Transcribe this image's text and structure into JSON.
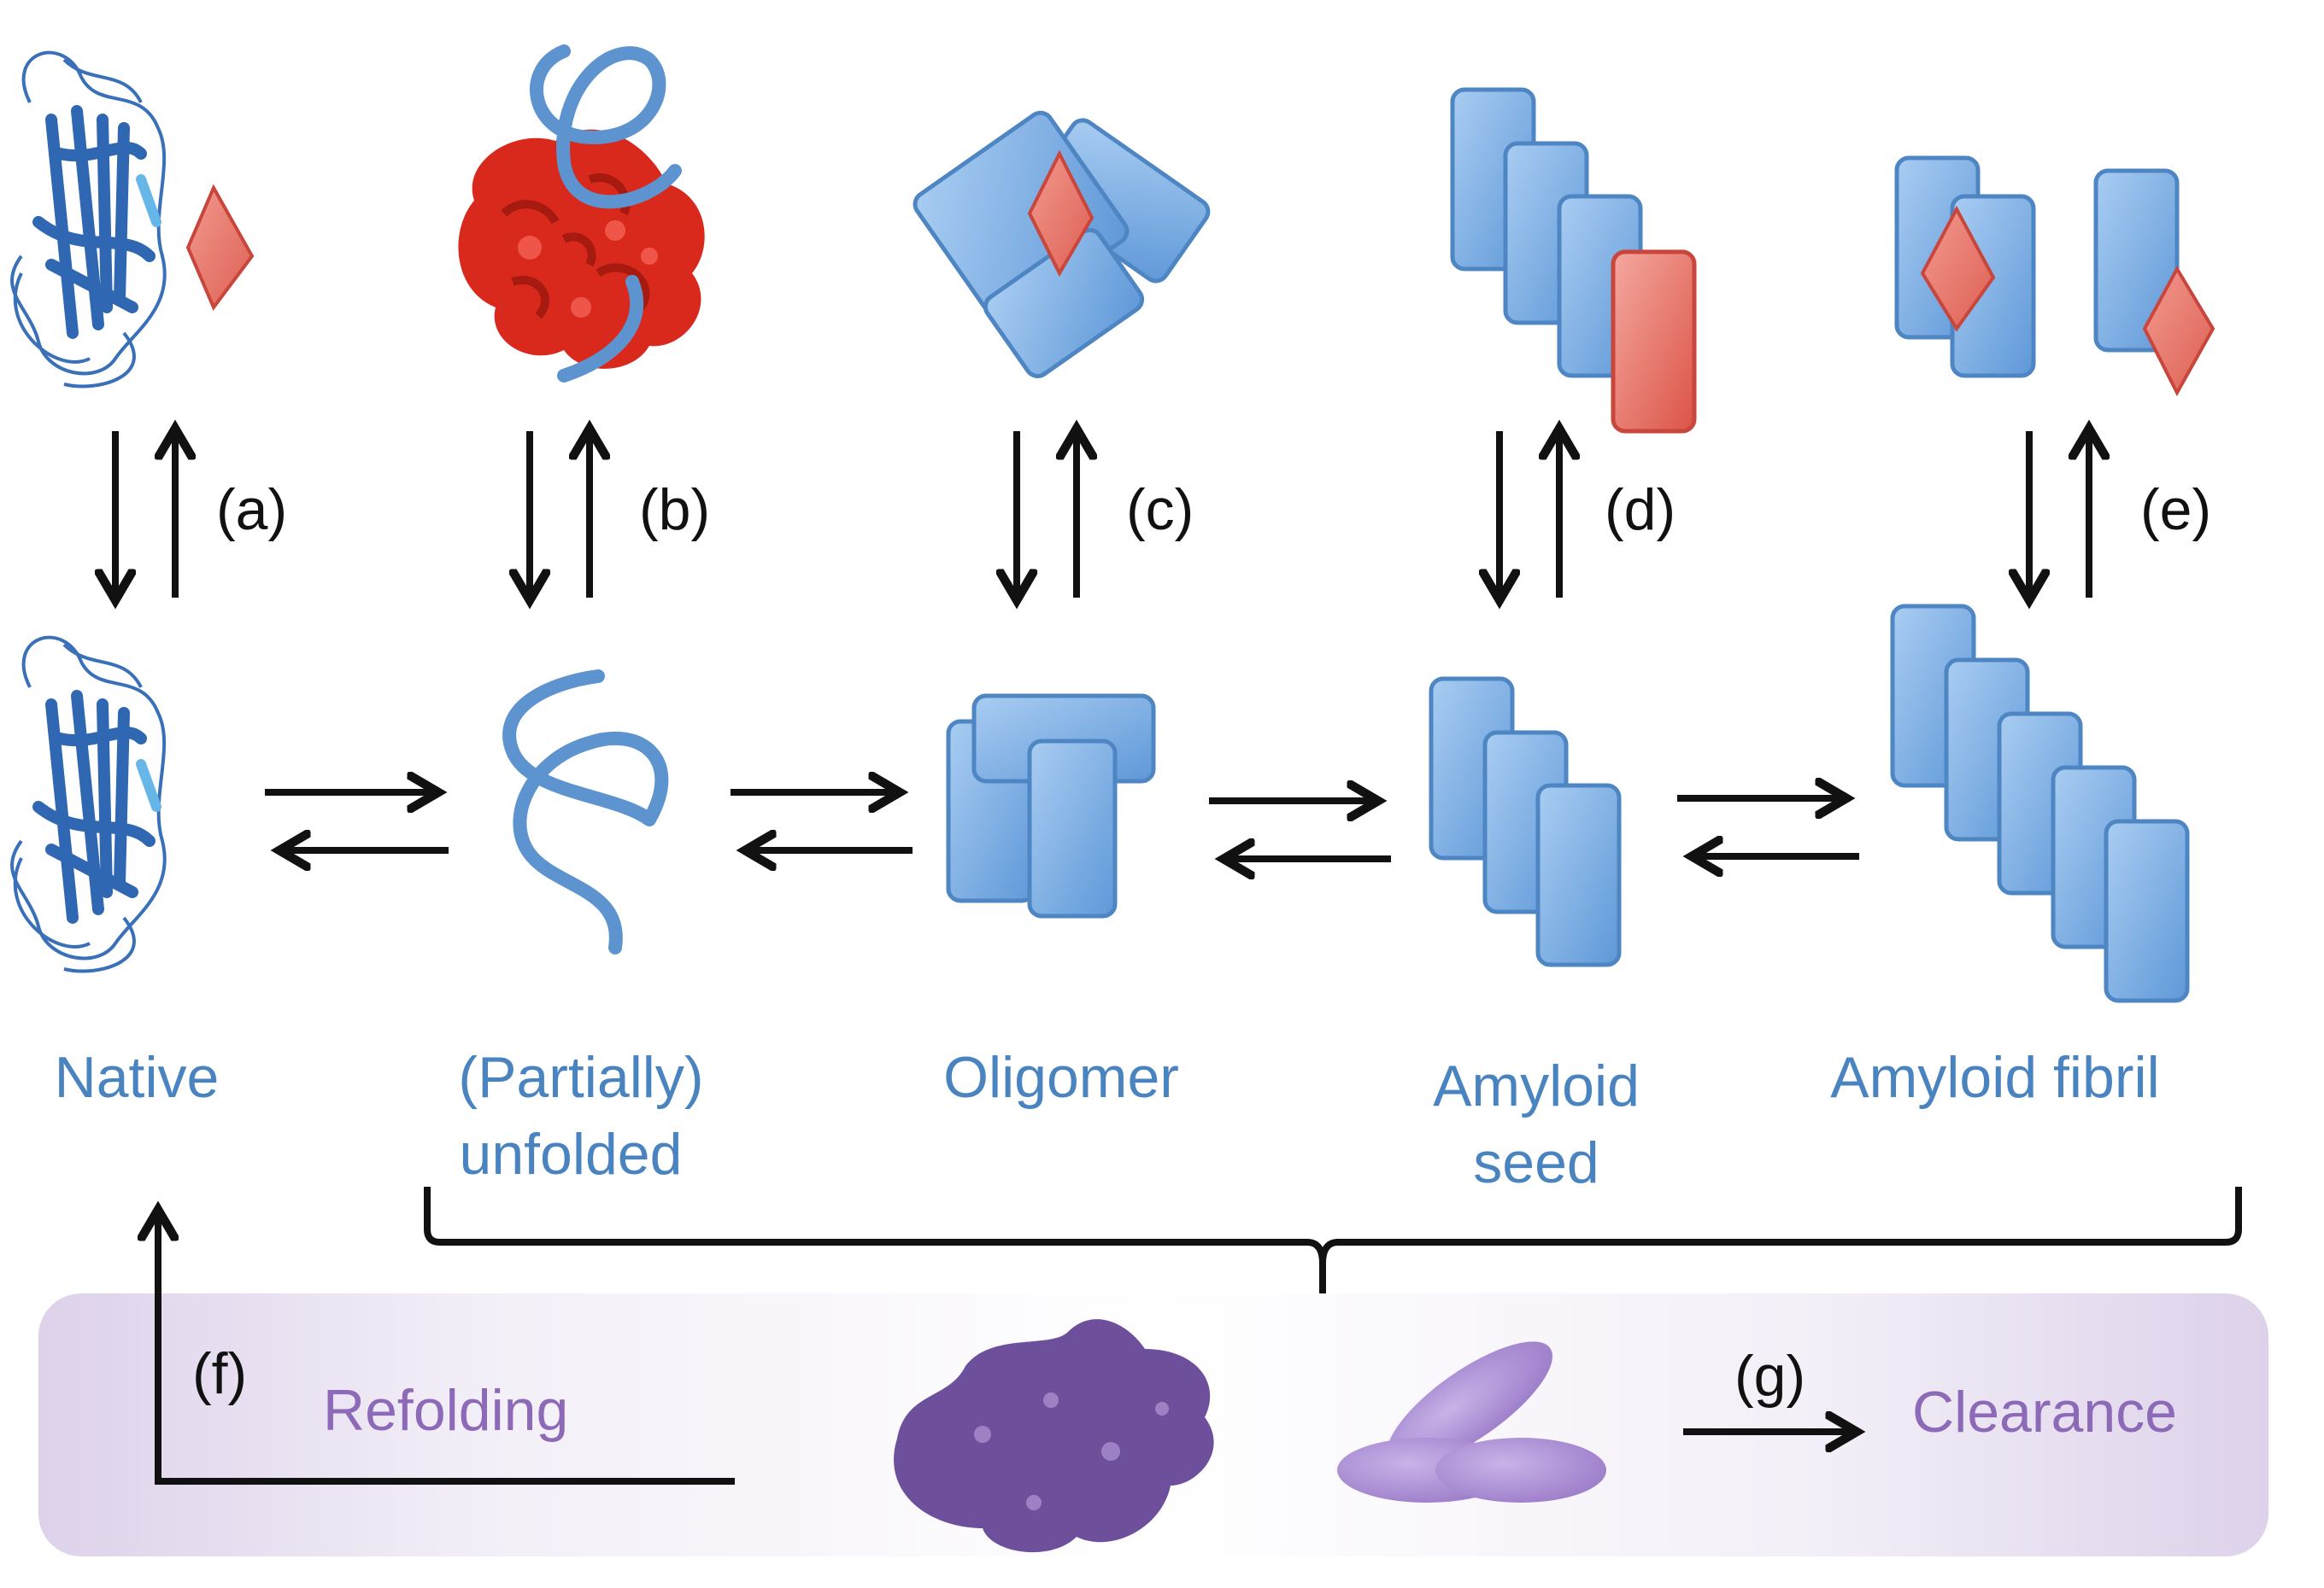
{
  "states": {
    "native": "Native",
    "partially": "(Partially)",
    "unfolded": "unfolded",
    "oligomer": "Oligomer",
    "amyloid_seed_1": "Amyloid",
    "amyloid_seed_2": "seed",
    "amyloid_fibril": "Amyloid fibril"
  },
  "steps": {
    "a": "(a)",
    "b": "(b)",
    "c": "(c)",
    "d": "(d)",
    "e": "(e)",
    "f": "(f)",
    "g": "(g)"
  },
  "outcomes": {
    "refolding": "Refolding",
    "clearance": "Clearance"
  },
  "colors": {
    "state_label": "#4a84c0",
    "outcome_label": "#8d6ab7",
    "block_blue": "#7fb1e6",
    "ligand_red": "#e06a5e",
    "aggregate_red": "#d8291c",
    "clearance_purple": "#7e62a8",
    "band": "#ebe5f3"
  }
}
